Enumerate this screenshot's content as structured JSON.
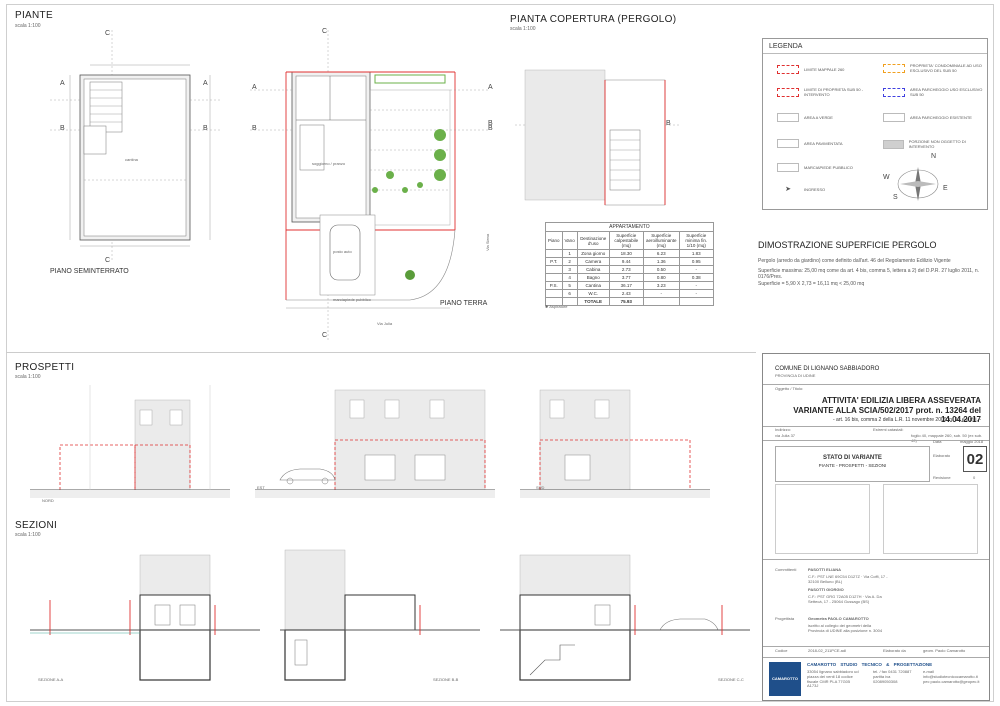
{
  "sections": {
    "piante": {
      "title": "PIANTE",
      "scale": "scala 1:100"
    },
    "pergolo": {
      "title": "PIANTA COPERTURA (PERGOLO)",
      "scale": "scala 1:100"
    },
    "prospetti": {
      "title": "PROSPETTI",
      "scale": "scala 1:100"
    },
    "sezioni": {
      "title": "SEZIONI",
      "scale": "scala 1:100"
    }
  },
  "plans": {
    "piano_seminterrato": "PIANO SEMINTERRATO",
    "piano_terra": "PIANO TERRA",
    "cantina": "cantina",
    "soggiorno": "soggiorno / pranzo",
    "marciapiede": "marciapiede pubblico",
    "via_julia": "Via Julia",
    "via_siena": "Via Siena",
    "posto_auto": "posto auto",
    "section_marks": [
      "A",
      "B",
      "C"
    ]
  },
  "appartamento": {
    "title": "APPARTAMENTO",
    "headers": [
      "Piano",
      "Vano",
      "Destinazione d'uso",
      "Superficie calpestabile (mq)",
      "Superficie aeroilluminante (mq)",
      "Superficie minima fin. 1/10 (mq)"
    ],
    "rows": [
      [
        "",
        "1",
        "Zona giorno",
        "18.30",
        "6.23",
        "1.83"
      ],
      [
        "P.T.",
        "2",
        "Camera",
        "9.44",
        "1.36",
        "0.95"
      ],
      [
        "",
        "3",
        "Cabina",
        "2.73",
        "0.50",
        "-"
      ],
      [
        "",
        "4",
        "Bagno",
        "3.77",
        "0.80",
        "0.38"
      ],
      [
        "P.S.",
        "5",
        "Cantina",
        "36.17",
        "3.23",
        "-"
      ],
      [
        "",
        "6",
        "W.C.",
        "2.43",
        "-",
        "-"
      ]
    ],
    "totale_label": "TOTALE",
    "totale_value": "75.93",
    "aspiratore": "Aspiratore"
  },
  "legend": {
    "title": "LEGENDA",
    "items": [
      {
        "label": "LIMITE MAPPALE 260",
        "color": "#e03030"
      },
      {
        "label": "PROPRIETA' CONDOMINIALE AD USO ESCLUSIVO DEL SUB 50",
        "color": "#f0a020"
      },
      {
        "label": "LIMITE DI PROPRIETA SUB 50 - INTERVENTO",
        "color": "#e03030"
      },
      {
        "label": "AREA PARCHEGGIO USO ESCLUSIVO SUB 50",
        "color": "#4040e0"
      },
      {
        "label": "AREA A VERDE",
        "color": "#bbbbbb"
      },
      {
        "label": "AREA PARCHEGGIO ESISTENTE",
        "color": "#bbbbbb"
      },
      {
        "label": "AREA PAVIMENTATA",
        "color": "#bbbbbb"
      },
      {
        "label": "PORZIONE NON OGGETTO DI INTERVENTO",
        "color": "#bbbbbb"
      },
      {
        "label": "MARCIAPIEDE PUBBLICO",
        "color": "#bbbbbb"
      },
      {
        "label": "INGRESSO",
        "color": "#333333"
      }
    ],
    "compass": {
      "n": "N",
      "e": "E",
      "s": "S",
      "w": "W"
    }
  },
  "pergolo_calc": {
    "title": "DIMOSTRAZIONE SUPERFICIE PERGOLO",
    "line1": "Pergolo (arredo da giardino) come definito dall'art. 46 del Regolamento Edilizio Vigente",
    "line2": "Superficie massima: 25,00 mq come da art. 4 bis, comma 5, lettera a 2) del D.P.R. 27 luglio 2011, n. 0176/Pres.",
    "line3": "Superficie = 5,90 X 2,73 = 16,11 mq < 25,00 mq"
  },
  "prospetti_labels": [
    "NORD",
    "EST",
    "SUD"
  ],
  "sezioni_labels": [
    "SEZIONE A-A",
    "SEZIONE B-B",
    "SEZIONE C-C"
  ],
  "title_block": {
    "comune": "COMUNE DI LIGNANO SABBIADORO",
    "provincia": "PROVINCIA DI UDINE",
    "oggetto_label": "Oggetto / Titolo:",
    "main1": "ATTIVITA' EDILIZIA LIBERA ASSEVERATA",
    "main2": "VARIANTE ALLA SCIA/502/2017 prot. n. 13264 del 14.04.2017",
    "main3": "- art. 16 bis, comma 2 della L.R. 11 novembre 2009, n. 19 e s.m.i. -",
    "indirizzo_label": "Indirizzo:",
    "indirizzo": "via Julia 37",
    "catastali_label": "Estremi catastali:",
    "catastali": "foglio 40, mappale 260, sub. 50 (ex sub. 40)",
    "tavola": "STATO DI VARIANTE",
    "tavola_sub": "PIANTE - PROSPETTI - SEZIONI",
    "data_label": "Data",
    "data": "maggio 2018",
    "elaborato_label": "Elaborato",
    "elaborato": "02",
    "revisione_label": "Revisione",
    "revisione": "0",
    "committenti_label": "Committenti",
    "committente1_name": "PASOTTI ELIANA",
    "committente1_info": "C.F.: PST LNE 69C54 D127Z · Via Coffi, 17 - 32100 Belluno (BL)",
    "committente2_name": "PASOTTI GIORGIO",
    "committente2_info": "C.F.: PST GRG 72A05 D127H · Via A. Da Settecà, 17 - 25064 Gussago (BS)",
    "progettista_label": "Progettista",
    "progettista_name": "Geometra PAOLO CAMAROTTO",
    "progettista_info": "iscritto al collegio dei geometri della Provincia di UDINE alla posizione n. 3004",
    "codice_label": "Codice",
    "codice": "2018-02_211PCE.adl",
    "elaborato_da_label": "Elaborato da",
    "elaborato_da": "geom. Paolo Camarotto",
    "studio": "CAMAROTTO    STUDIO    TECNICO    &    PROGETTAZIONE",
    "logo": "CAMAROTTO",
    "studio_addr": "33054 lignano sabbiadoro ud piazza dei venti 18 codice fiscale CMR PLA 77G05 A173J",
    "studio_tel": "tel. / fax 0431 720887 partita iva 02089050308",
    "studio_email": "e-mail info@studiotecnicocamarotto.it pec paolo.camarotto@geopec.it"
  }
}
